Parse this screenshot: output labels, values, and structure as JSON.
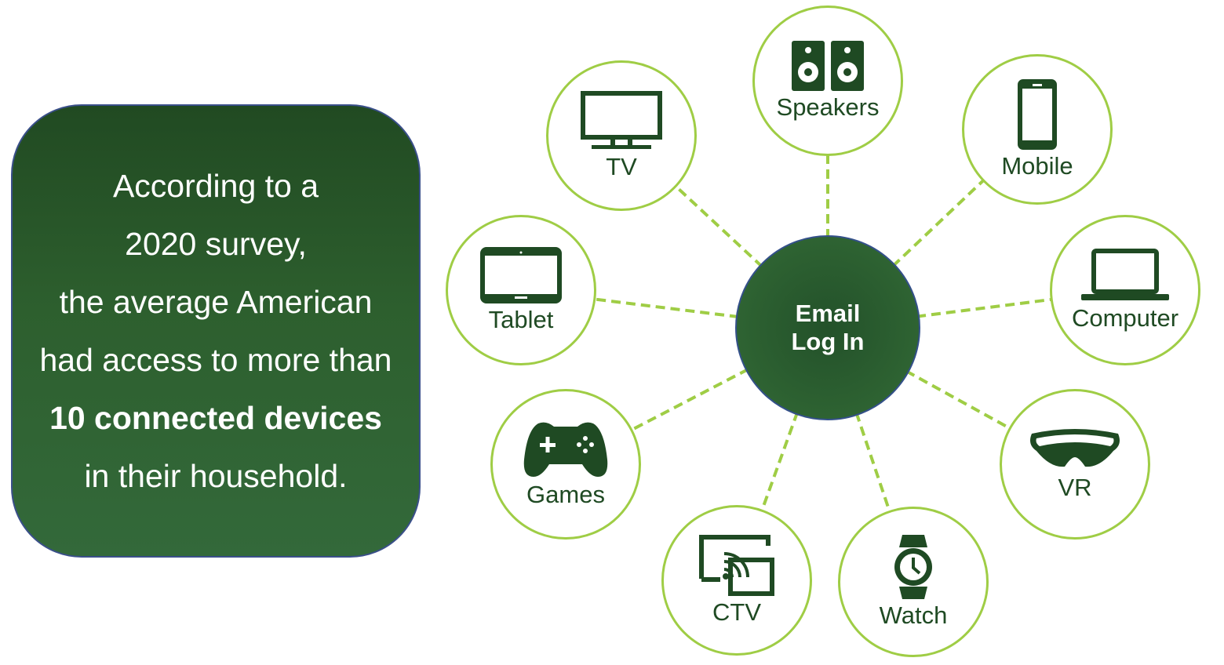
{
  "info_box": {
    "lines": [
      "According to a",
      "2020 survey,",
      "the average American",
      "had access to more than"
    ],
    "highlight": "10 connected devices",
    "closing": "in their household."
  },
  "center": {
    "line1": "Email",
    "line2": "Log In"
  },
  "devices": [
    {
      "label": "TV",
      "icon": "tv-icon"
    },
    {
      "label": "Speakers",
      "icon": "speakers-icon"
    },
    {
      "label": "Mobile",
      "icon": "mobile-icon"
    },
    {
      "label": "Tablet",
      "icon": "tablet-icon"
    },
    {
      "label": "Computer",
      "icon": "laptop-icon"
    },
    {
      "label": "Games",
      "icon": "gamepad-icon"
    },
    {
      "label": "VR",
      "icon": "vr-headset-icon"
    },
    {
      "label": "CTV",
      "icon": "cast-screen-icon"
    },
    {
      "label": "Watch",
      "icon": "watch-icon"
    }
  ],
  "colors": {
    "dark_green": "#1f4a23",
    "accent_green": "#9fcd45"
  }
}
